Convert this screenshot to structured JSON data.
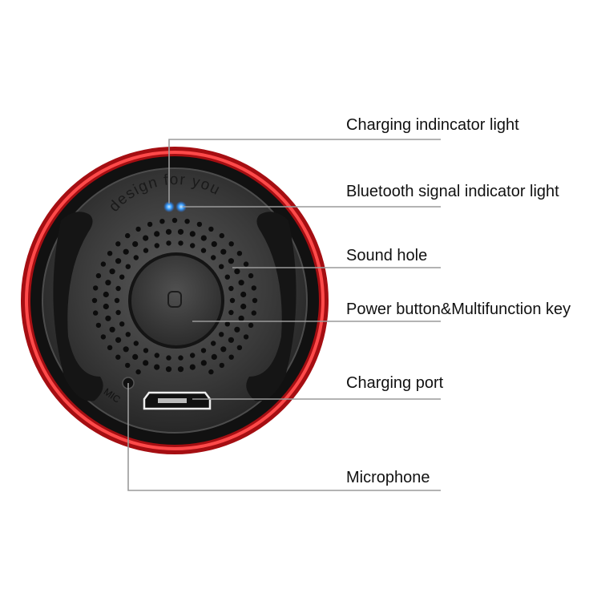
{
  "diagram": {
    "product": "Bluetooth speaker (top view)",
    "engraving": "design for you",
    "mic_marking": "MIC",
    "colors": {
      "outer_ring": "#c8161b",
      "outer_ring_highlight": "#ff4a4a",
      "face": "#3a3a3a",
      "led": "#3aa0ff",
      "leader_line": "#9a9a9a",
      "label_text": "#111111"
    },
    "callouts": [
      {
        "id": "charging-indicator",
        "label": "Charging indincator light"
      },
      {
        "id": "bluetooth-indicator",
        "label": "Bluetooth signal indicator light"
      },
      {
        "id": "sound-hole",
        "label": "Sound hole"
      },
      {
        "id": "power-button",
        "label": "Power button&Multifunction key"
      },
      {
        "id": "charging-port",
        "label": "Charging port"
      },
      {
        "id": "microphone",
        "label": "Microphone"
      }
    ]
  }
}
